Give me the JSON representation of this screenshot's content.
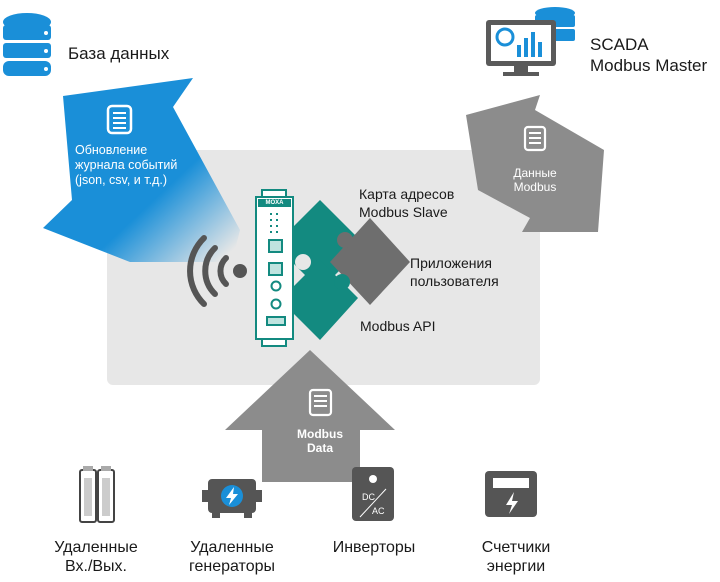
{
  "database": {
    "label": "База данных"
  },
  "scada": {
    "line1": "SCADA",
    "line2": "Modbus Master"
  },
  "log_arrow": {
    "line1": "Обновление",
    "line2": "журнала событий",
    "line3": "(json, csv, и т.д.)"
  },
  "modbus_data_arrow": {
    "line1": "Данные",
    "line2": "Modbus"
  },
  "up_arrow": {
    "line1": "Modbus",
    "line2": "Data"
  },
  "device": {
    "brand": "MOXA"
  },
  "puzzle": {
    "slave_map": {
      "line1": "Карта адресов",
      "line2": "Modbus Slave"
    },
    "user_apps": {
      "line1": "Приложения",
      "line2": "пользователя"
    },
    "api": "Modbus API"
  },
  "field_devices": [
    {
      "line1": "Удаленные",
      "line2": "Вх./Вых."
    },
    {
      "line1": "Удаленные",
      "line2": "генераторы"
    },
    {
      "line1": "Инверторы",
      "line2": ""
    },
    {
      "line1": "Счетчики",
      "line2": "энергии"
    }
  ],
  "inverter_icon_text": {
    "top": "DC",
    "bottom": "AC"
  },
  "colors": {
    "blue": "#1a8fd8",
    "teal": "#138a80",
    "gray": "#8c8c8c",
    "panel": "#e7e7e7"
  }
}
